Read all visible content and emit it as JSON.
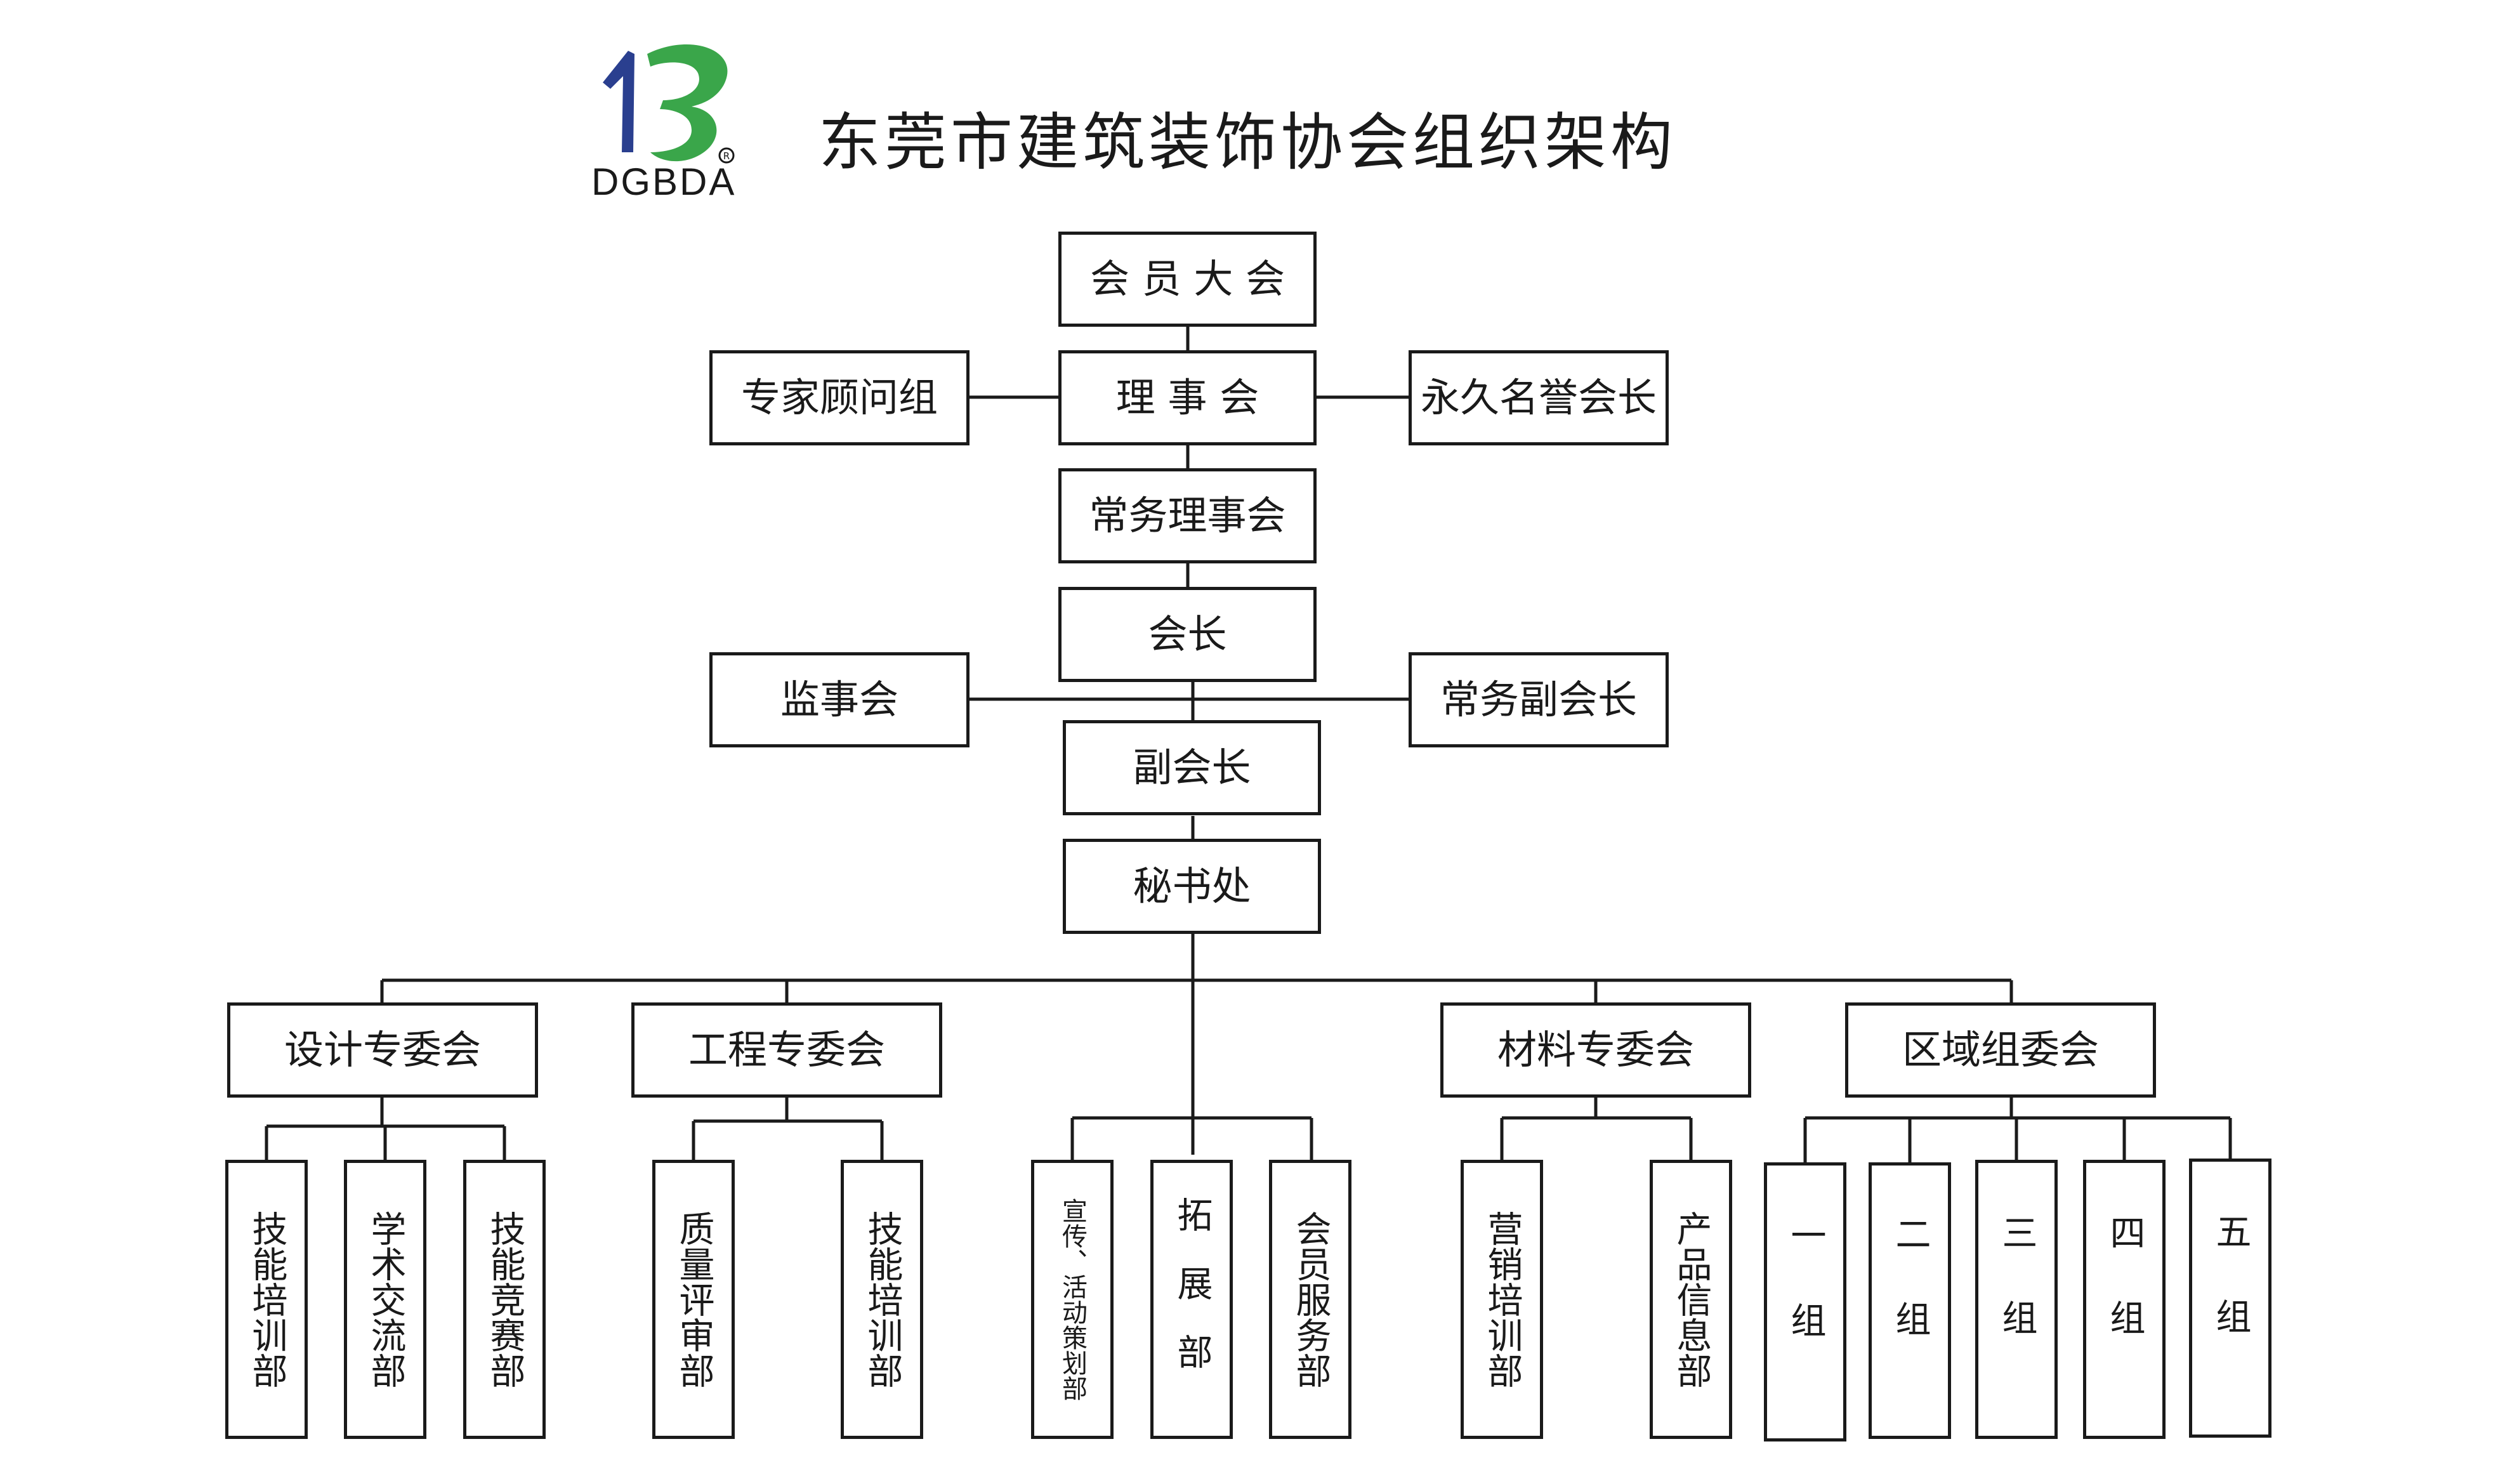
{
  "header": {
    "title": "东莞市建筑装饰协会组织架构",
    "logo_text": "DGBDA",
    "logo_mark": "13"
  },
  "chart": {
    "general_assembly": "会 员 大 会",
    "board": "理 事 会",
    "expert_group": "专家顾问组",
    "honorary_president": "永久名誉会长",
    "standing_board": "常务理事会",
    "president": "会长",
    "supervisory_board": "监事会",
    "exec_vice_president": "常务副会长",
    "vice_president": "副会长",
    "secretariat": "秘书处",
    "design_committee": {
      "name": "设计专委会",
      "depts": [
        "技能培训部",
        "学术交流部",
        "技能竞赛部"
      ]
    },
    "engineering_committee": {
      "name": "工程专委会",
      "depts": [
        "质量评审部",
        "技能培训部"
      ]
    },
    "direct_depts": [
      "宣传、活动策划部",
      "拓展部",
      "会员服务部"
    ],
    "materials_committee": {
      "name": "材料专委会",
      "depts": [
        "营销培训部",
        "产品信息部"
      ]
    },
    "regional_committee": {
      "name": "区域组委会",
      "groups": [
        "一组",
        "二组",
        "三组",
        "四组",
        "五组"
      ]
    }
  },
  "colors": {
    "line": "#1a1a1a",
    "logo_blue": "#2a3f8f",
    "logo_green": "#3aa64a"
  }
}
